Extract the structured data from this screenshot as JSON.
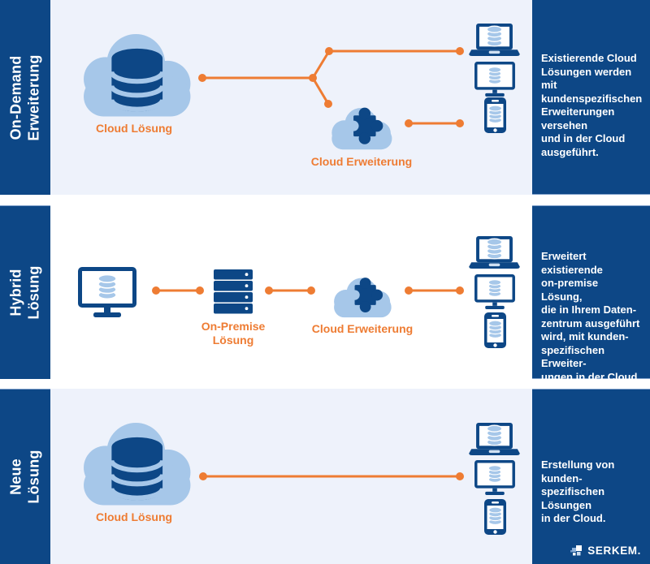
{
  "colors": {
    "primary_blue": "#0d4786",
    "light_blue": "#a6c7e9",
    "row_bg": "#eef2fb",
    "orange": "#ee7c33",
    "panel_text": "#ffffff"
  },
  "rows": [
    {
      "sidebar_label": "On-Demand\nErweiterung",
      "cloud_label": "Cloud Lösung",
      "extension_label": "Cloud Erweiterung",
      "description": "Existierende Cloud\nLösungen werden\nmit kundenspezifischen\nErweiterungen\nversehen\nund in der Cloud\nausgeführt."
    },
    {
      "sidebar_label": "Hybrid\nLösung",
      "onpremise_label": "On-Premise\nLösung",
      "extension_label": "Cloud Erweiterung",
      "description": "Erweitert existierende\non-premise Lösung,\ndie in Ihrem Daten-\nzentrum ausgeführt\nwird, mit kunden-\nspezifischen Erweiter-\nungen in der Cloud."
    },
    {
      "sidebar_label": "Neue\nLösung",
      "cloud_label": "Cloud Lösung",
      "description": "Erstellung von kunden-\nspezifischen Lösungen\nin der Cloud."
    }
  ],
  "logo": {
    "text": "SERKEM."
  }
}
